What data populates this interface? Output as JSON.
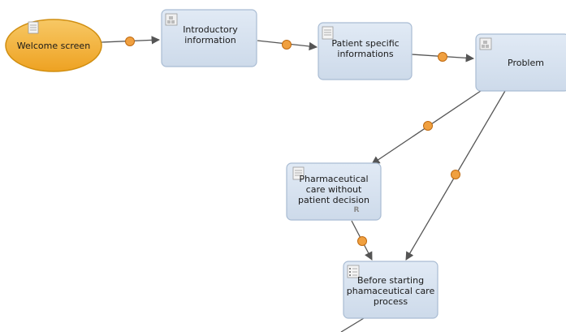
{
  "colors": {
    "node_fill": "#d6e2f0",
    "node_stroke": "#a9bcd3",
    "start_fill": "#f0b232",
    "start_stroke": "#d08e10",
    "connector": "#f0a040",
    "connector_stroke": "#c06a10",
    "edge": "#555555"
  },
  "nodes": {
    "welcome": {
      "label": "Welcome screen",
      "icon": "document-icon"
    },
    "intro": {
      "label": "Introductory information",
      "icon": "module-icon"
    },
    "patient": {
      "label": "Patient specific informations",
      "icon": "document-icon"
    },
    "problem": {
      "label": "Problem",
      "icon": "module-icon"
    },
    "pharma": {
      "label": "Pharmaceutical care without patient decision",
      "icon": "document-icon",
      "badge": "R"
    },
    "before": {
      "label": "Before starting phamaceutical care process",
      "icon": "list-icon"
    }
  }
}
